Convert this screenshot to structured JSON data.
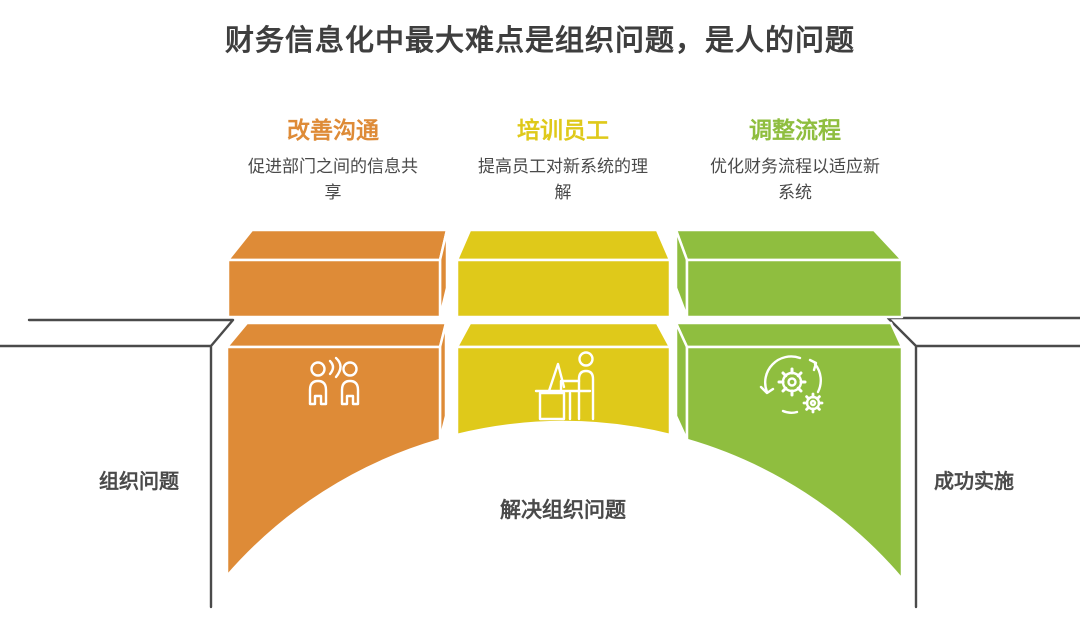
{
  "title": {
    "text": "财务信息化中最大难点是组织问题，是人的问题",
    "color": "#3E3E3E"
  },
  "body_text_color": "#4A4A4A",
  "columns": [
    {
      "header": "改善沟通",
      "description": "促进部门之间的信息共享",
      "color": "#DE8B37",
      "icon": "people-communication-icon"
    },
    {
      "header": "培训员工",
      "description": "提高员工对新系统的理解",
      "color": "#DFC91A",
      "icon": "trainer-at-podium-icon"
    },
    {
      "header": "调整流程",
      "description": "优化财务流程以适应新系统",
      "color": "#8FBE3F",
      "icon": "gears-refresh-icon"
    }
  ],
  "bridge": {
    "left_label": "组织问题",
    "center_label": "解决组织问题",
    "right_label": "成功实施",
    "outline_color": "#4A4A4A",
    "label_color": "#4A4A4A"
  }
}
